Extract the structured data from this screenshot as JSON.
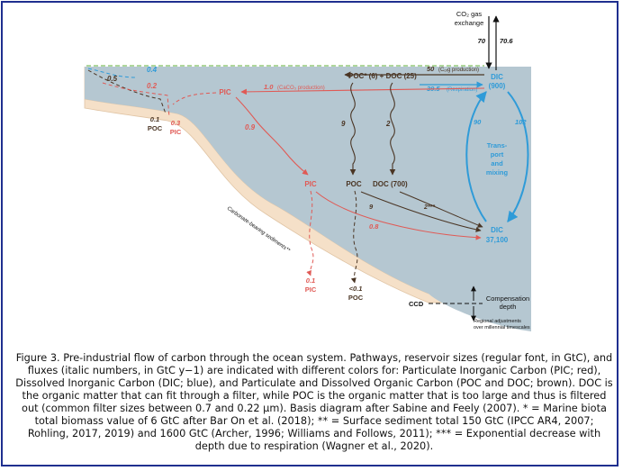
{
  "diagram": {
    "co2_line1": "CO₂ gas",
    "co2_line2": "exchange",
    "flux_70": "70",
    "flux_70_6": "70.6",
    "flux_0_4": "0.4",
    "flux_0_5": "0.5",
    "flux_0_2": "0.2",
    "pic_surface": "PIC",
    "flux_1_0": "1.0",
    "caco3_prod": "(CaCO₃ production)",
    "poc_doc_surface": "POC* (6) + DOC (25)",
    "flux_50": "50",
    "corg_prod": "(Cₒᵣg production)",
    "flux_39_5": "39.5",
    "respiration": "(Respiration)",
    "dic_surface": "DIC",
    "dic_surface_size": "(900)",
    "flux_0_1_shelf": "0.1",
    "poc_shelf": "POC",
    "flux_0_3": "0.3",
    "pic_shelf": "PIC",
    "flux_0_9": "0.9",
    "flux_9_left": "9",
    "flux_2_left": "2",
    "flux_90": "90",
    "flux_102": "102",
    "transport": [
      "Trans-",
      "port",
      "and",
      "mixing"
    ],
    "pic_mid": "PIC",
    "poc_mid": "POC",
    "doc_mid": "DOC (700)",
    "flux_9_mid": "9",
    "flux_2_mid": "2***",
    "flux_0_8": "0.8",
    "dic_deep": "DIC",
    "dic_deep_size": "37,100",
    "sediment_label": "Carbonate-bearing sediments**",
    "flux_0_1_pic": "0.1",
    "pic_bottom": "PIC",
    "flux_lt_0_1": "<0.1",
    "poc_bottom": "POC",
    "ccd": "CCD",
    "compensation_1": "Compensation",
    "compensation_2": "depth",
    "regional_1": "Regional adjustments",
    "regional_2": "over millennial timescales"
  },
  "caption": "Figure 3. Pre-industrial flow of carbon through the ocean system. Pathways, reservoir sizes (regular font, in GtC), and fluxes (italic numbers, in GtC y−1) are indicated with different colors for: Particulate Inorganic Carbon (PIC; red), Dissolved Inorganic Carbon (DIC; blue), and Particulate and Dissolved Organic Carbon (POC and DOC; brown). DOC is the organic matter that can fit through a filter, while POC is the organic matter that is too large and thus is filtered out (common filter sizes between 0.7 and 0.22 μm). Basis diagram after Sabine and Feely (2007). * = Marine biota total biomass value of 6 GtC after Bar On et al. (2018); ** = Surface sediment total 150 GtC (IPCC AR4, 2007; Rohling, 2017, 2019) and 1600 GtC (Archer, 1996; Williams and Follows, 2011); *** = Exponential decrease with depth due to respiration (Wagner et al., 2020).",
  "colors": {
    "ocean": "#b5c7d1",
    "sediment": "#f5e0c8",
    "pic": "#e05a55",
    "dic": "#2f9bd8",
    "organic": "#4a3524",
    "shelf_dash": "#7fbf62",
    "border": "#1f2f8f"
  }
}
